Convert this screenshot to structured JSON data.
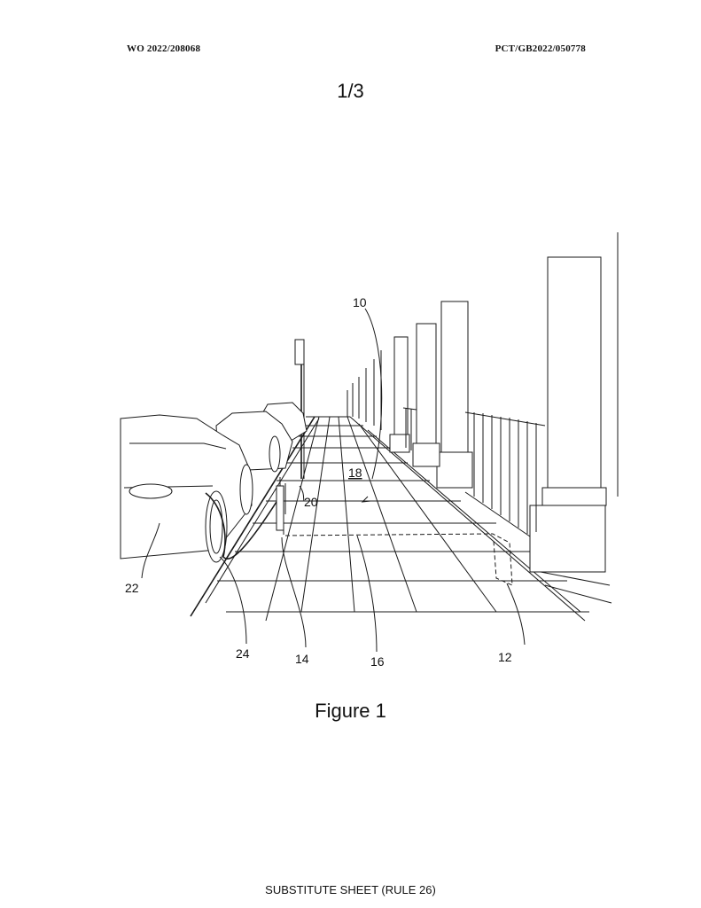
{
  "header": {
    "left": "WO 2022/208068",
    "right": "PCT/GB2022/050778"
  },
  "sheet_number": "1/3",
  "figure": {
    "caption": "Figure 1",
    "reference_numerals": {
      "r10": "10",
      "r18": "18",
      "r20": "20",
      "r22": "22",
      "r24": "24",
      "r14": "14",
      "r16": "16",
      "r12": "12"
    }
  },
  "footer": "SUBSTITUTE SHEET (RULE 26)"
}
